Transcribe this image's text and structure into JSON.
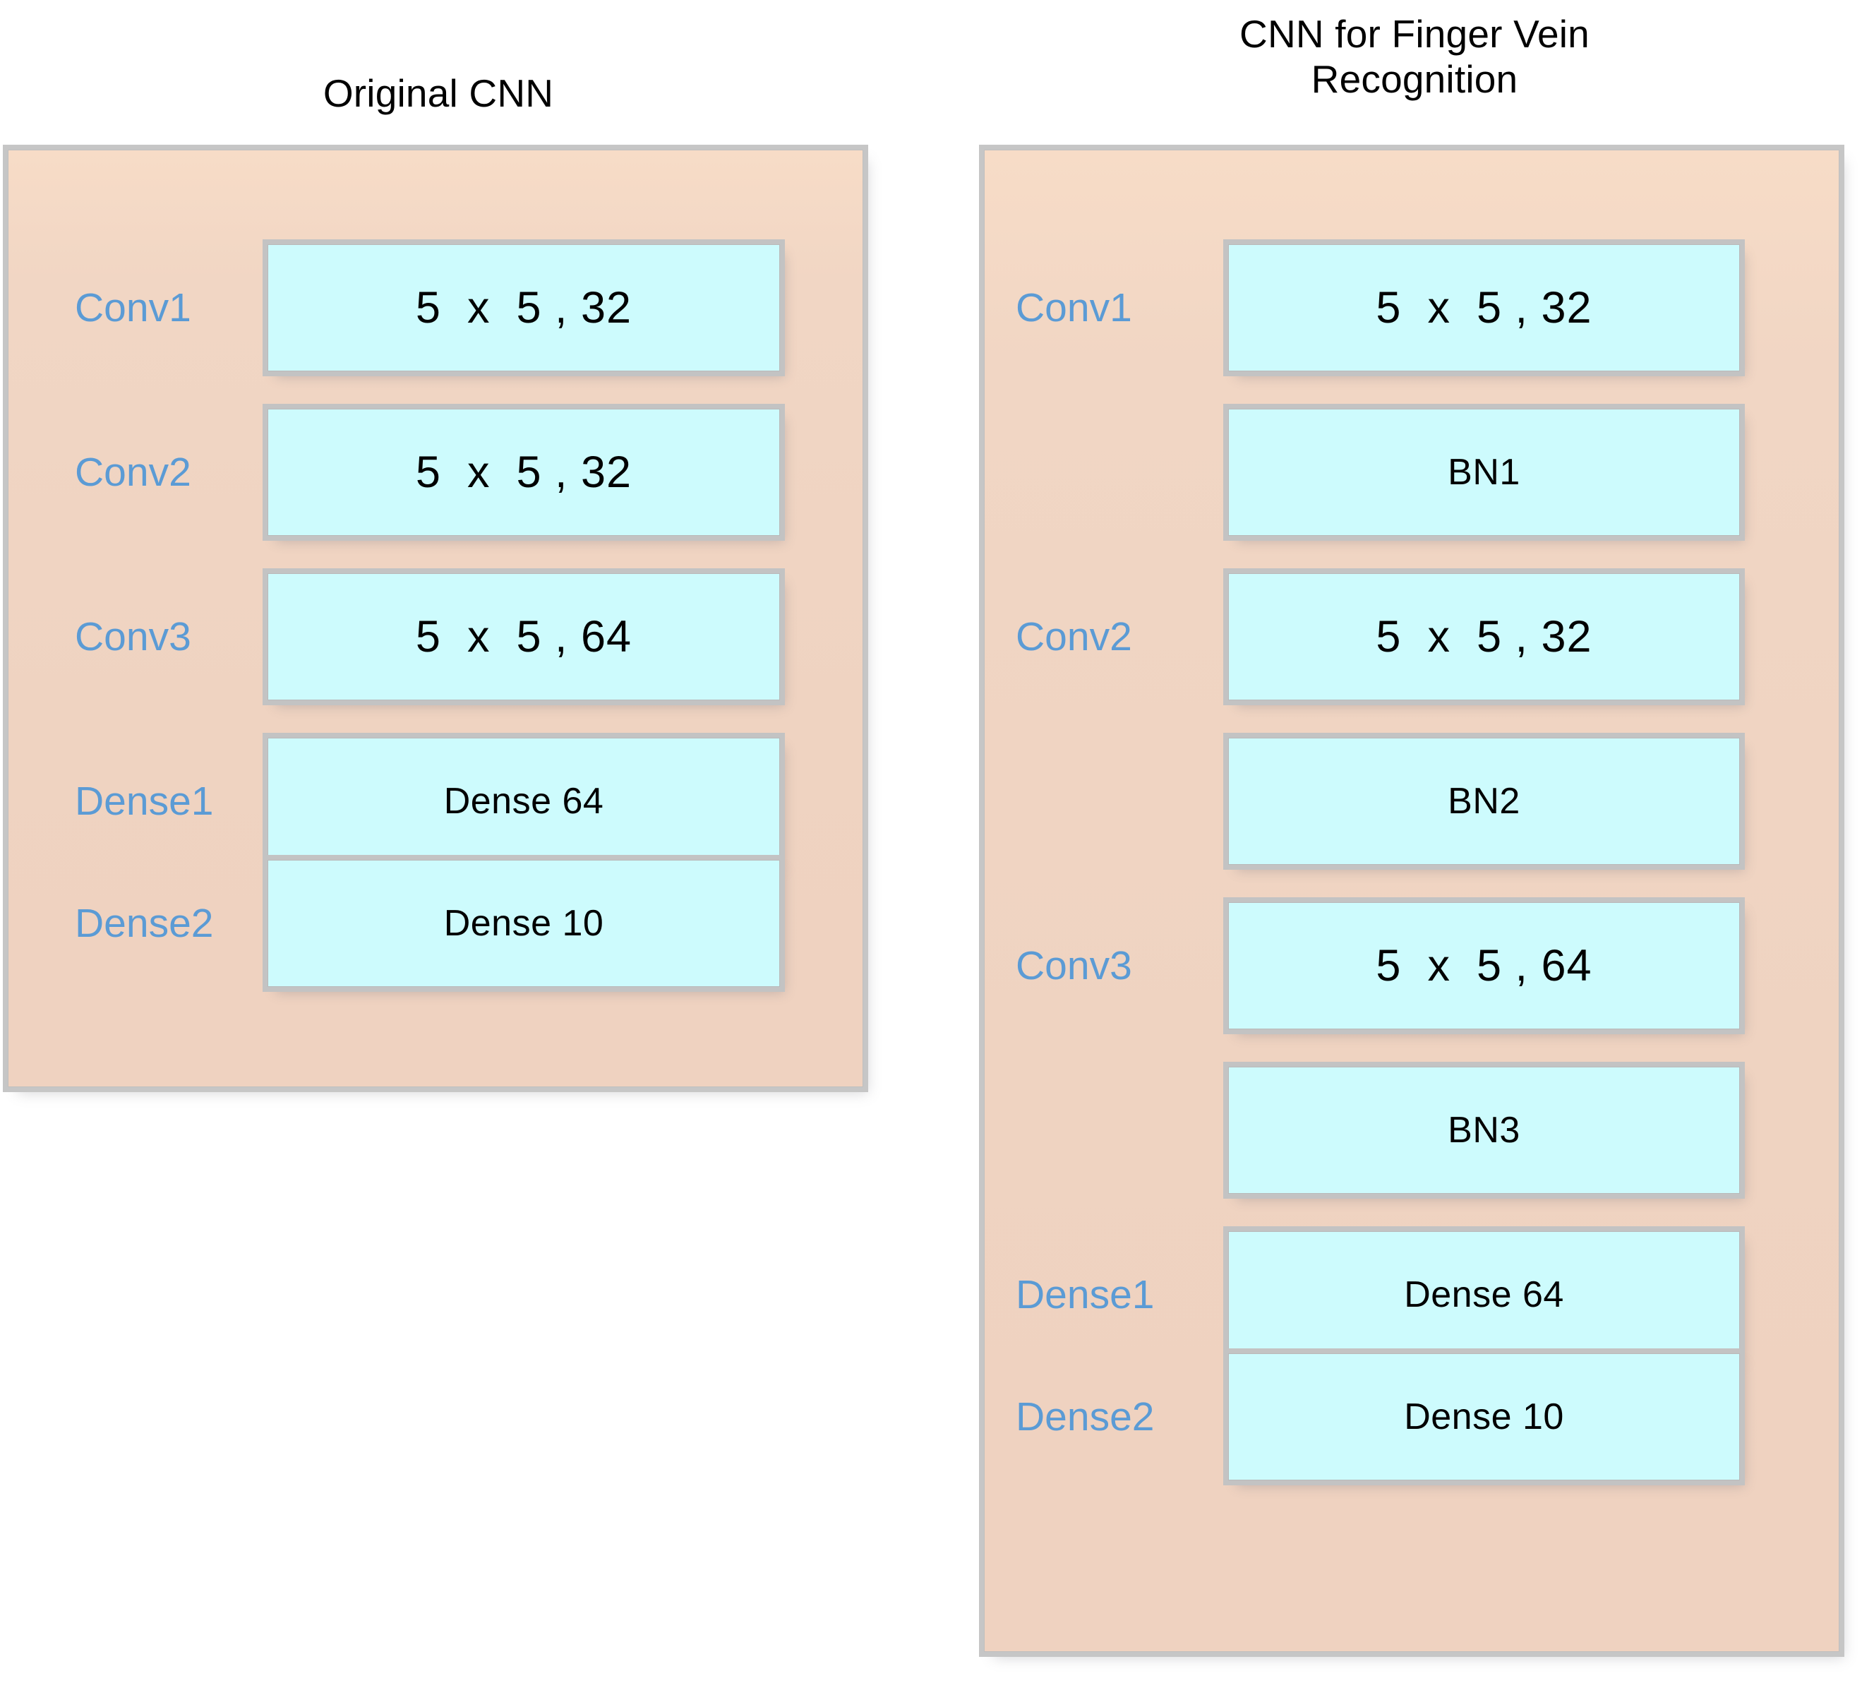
{
  "figure": {
    "kind": "cnn-architecture-comparison",
    "background_color": "#ffffff",
    "panel_color": "#f0d4c2",
    "block_color": "#cdfbfd",
    "label_color": "#5b9bd5",
    "text_color": "#000000",
    "border_color": "#c4c4c4"
  },
  "columns": [
    {
      "id": "original-cnn",
      "title": "Original CNN",
      "rows": [
        {
          "label": "Conv1",
          "block": "5  x  5 , 32",
          "size": "large"
        },
        {
          "label": "Conv2",
          "block": "5  x  5 , 32",
          "size": "large"
        },
        {
          "label": "Conv3",
          "block": "5  x  5 , 64",
          "size": "large"
        },
        {
          "label": "Dense1",
          "block": "Dense 64",
          "size": "small"
        },
        {
          "label": "Dense2",
          "block": "Dense 10",
          "size": "small"
        }
      ]
    },
    {
      "id": "cnn-finger-vein-recognition",
      "title": "CNN for Finger Vein\nRecognition",
      "rows": [
        {
          "label": "Conv1",
          "block": "5  x  5 , 32",
          "size": "large"
        },
        {
          "label": "",
          "block": "BN1",
          "size": "small"
        },
        {
          "label": "Conv2",
          "block": "5  x  5 , 32",
          "size": "large"
        },
        {
          "label": "",
          "block": "BN2",
          "size": "small"
        },
        {
          "label": "Conv3",
          "block": "5  x  5 , 64",
          "size": "large"
        },
        {
          "label": "",
          "block": "BN3",
          "size": "small"
        },
        {
          "label": "Dense1",
          "block": "Dense 64",
          "size": "small"
        },
        {
          "label": "Dense2",
          "block": "Dense 10",
          "size": "small"
        }
      ]
    }
  ]
}
